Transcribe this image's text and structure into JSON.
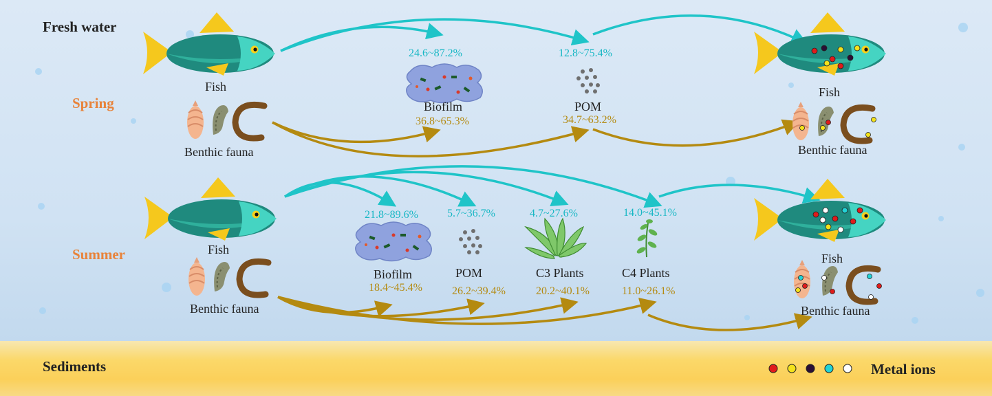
{
  "regions": {
    "water": "Fresh water",
    "sediment": "Sediments"
  },
  "seasons": {
    "spring": "Spring",
    "summer": "Summer"
  },
  "spring": {
    "source_fish": "Fish",
    "source_benthic": "Benthic fauna",
    "biofilm": {
      "label": "Biofilm",
      "fish_contribution": "24.6~87.2%",
      "benthic_contribution": "36.8~65.3%"
    },
    "pom": {
      "label": "POM",
      "fish_contribution": "12.8~75.4%",
      "benthic_contribution": "34.7~63.2%"
    },
    "target_fish": "Fish",
    "target_benthic": "Benthic fauna"
  },
  "summer": {
    "source_fish": "Fish",
    "source_benthic": "Benthic fauna",
    "biofilm": {
      "label": "Biofilm",
      "fish_contribution": "21.8~89.6%",
      "benthic_contribution": "18.4~45.4%"
    },
    "pom": {
      "label": "POM",
      "fish_contribution": "5.7~36.7%",
      "benthic_contribution": "26.2~39.4%"
    },
    "c3": {
      "label": "C3 Plants",
      "fish_contribution": "4.7~27.6%",
      "benthic_contribution": "20.2~40.1%"
    },
    "c4": {
      "label": "C4 Plants",
      "fish_contribution": "14.0~45.1%",
      "benthic_contribution": "11.0~26.1%"
    },
    "target_fish": "Fish",
    "target_benthic": "Benthic fauna"
  },
  "legend": {
    "label": "Metal ions",
    "colors": [
      "#e01b1b",
      "#f3e21b",
      "#2a0f35",
      "#21d3d6",
      "#ffffff"
    ]
  },
  "colors": {
    "fish_arrow": "#1fc4c8",
    "benthic_arrow": "#b48a10",
    "season": "#e8833a",
    "fish_body": "#1f8a7e",
    "fin": "#f5c81d"
  }
}
